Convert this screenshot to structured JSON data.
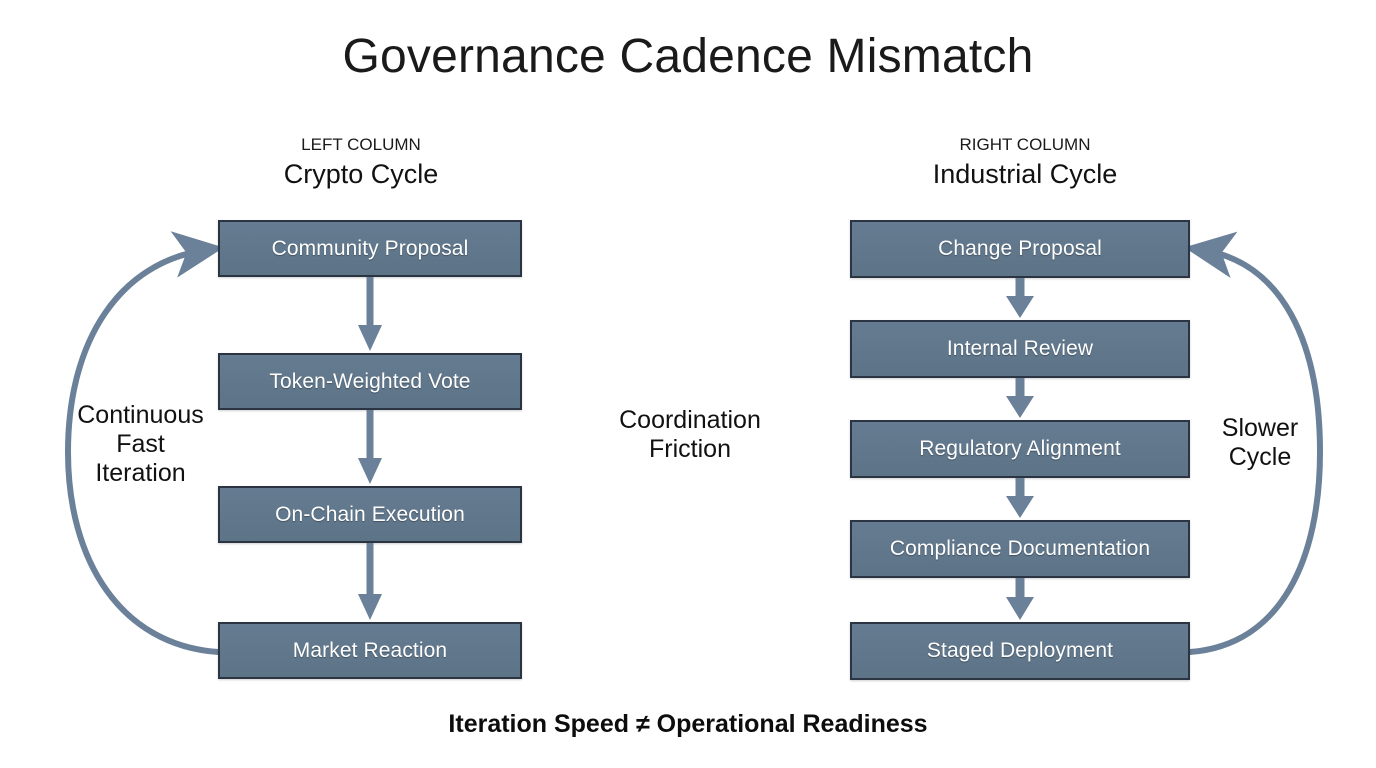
{
  "title": "Governance Cadence Mismatch",
  "colors": {
    "node_fill": "#5d7487",
    "node_border": "#2b3442",
    "node_text": "#ffffff",
    "arrow": "#6b8199",
    "arc": "#6b8199",
    "background": "#ffffff",
    "text": "#111111"
  },
  "columns": {
    "left": {
      "kicker": "LEFT COLUMN",
      "name": "Crypto Cycle",
      "nodes": [
        {
          "label": "Community Proposal"
        },
        {
          "label": "Token-Weighted Vote"
        },
        {
          "label": "On-Chain Execution"
        },
        {
          "label": "Market Reaction"
        }
      ],
      "loop_label": "Continuous Fast Iteration",
      "loop_label_lines": [
        "Continuous",
        "Fast",
        "Iteration"
      ]
    },
    "right": {
      "kicker": "RIGHT COLUMN",
      "name": "Industrial Cycle",
      "nodes": [
        {
          "label": "Change Proposal"
        },
        {
          "label": "Internal Review"
        },
        {
          "label": "Regulatory Alignment"
        },
        {
          "label": "Compliance Documentation"
        },
        {
          "label": "Staged Deployment"
        }
      ],
      "loop_label": "Slower Cycle",
      "loop_label_lines": [
        "Slower",
        "Cycle"
      ]
    }
  },
  "center_label": "Coordination Friction",
  "center_label_lines": [
    "Coordination",
    "Friction"
  ],
  "footer": "Iteration Speed ≠ Operational Readiness",
  "chart_data": {
    "type": "diagram",
    "title": "Governance Cadence Mismatch",
    "subtitle": "",
    "diagram_kind": "two-column cyclic flowchart",
    "flows": [
      {
        "name": "Crypto Cycle",
        "kicker": "LEFT COLUMN",
        "steps": [
          "Community Proposal",
          "Token-Weighted Vote",
          "On-Chain Execution",
          "Market Reaction"
        ],
        "feedback_edge": {
          "from": "Market Reaction",
          "to": "Community Proposal",
          "annotation": "Continuous Fast Iteration",
          "side": "left"
        }
      },
      {
        "name": "Industrial Cycle",
        "kicker": "RIGHT COLUMN",
        "steps": [
          "Change Proposal",
          "Internal Review",
          "Regulatory Alignment",
          "Compliance Documentation",
          "Staged Deployment"
        ],
        "feedback_edge": {
          "from": "Staged Deployment",
          "to": "Change Proposal",
          "annotation": "Slower Cycle",
          "side": "right"
        }
      }
    ],
    "between_columns_annotation": "Coordination Friction",
    "conclusion": "Iteration Speed ≠ Operational Readiness"
  }
}
